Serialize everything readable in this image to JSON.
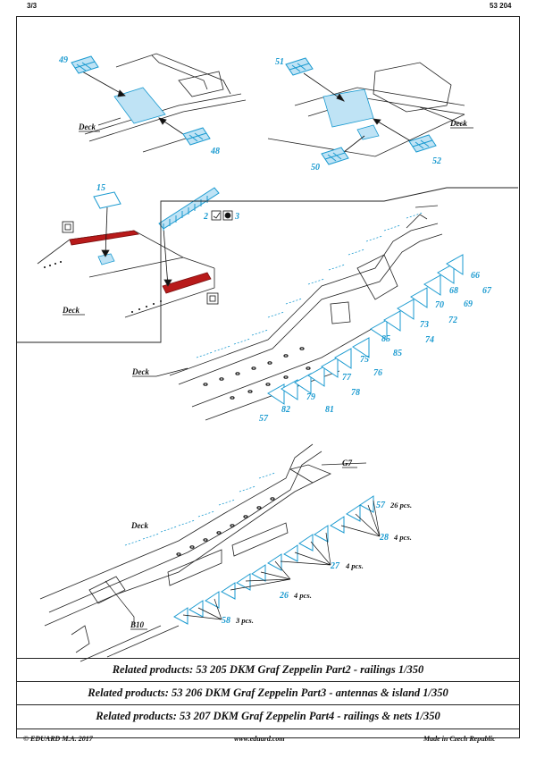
{
  "header": {
    "page": "3/3",
    "code": "53 204"
  },
  "labels": {
    "deck": "Deck",
    "g7": "G7",
    "b10": "B10",
    "p49": "49",
    "p48": "48",
    "p51": "51",
    "p50": "50",
    "p52": "52",
    "p15": "15",
    "p2": "2",
    "p3": "3",
    "p66": "66",
    "p67": "67",
    "p68": "68",
    "p69": "69",
    "p70": "70",
    "p72": "72",
    "p73": "73",
    "p74": "74",
    "p75": "75",
    "p76": "76",
    "p77": "77",
    "p78": "78",
    "p79": "79",
    "p81": "81",
    "p82": "82",
    "p85a": "85",
    "p85b": "85",
    "p57a": "57",
    "p57b": "57",
    "p28": "28",
    "p27": "27",
    "p26": "26",
    "p58": "58"
  },
  "quantities": {
    "q57": "26 pcs.",
    "q28": "4 pcs.",
    "q27": "4 pcs.",
    "q26": "4 pcs.",
    "q58": "3 pcs."
  },
  "related_products": [
    "Related products: 53 205 DKM Graf Zeppelin Part2 - railings  1/350",
    "Related products: 53 206 DKM Graf Zeppelin Part3 - antennas & island  1/350",
    "Related products: 53 207 DKM Graf Zeppelin Part4 - railings & nets  1/350"
  ],
  "footer": {
    "copyright": "© EDUARD  M.A. 2017",
    "website": "www.eduard.com",
    "made_in": "Made in Czech Republic"
  },
  "colors": {
    "etch_blue": "#1a9ad0",
    "part_fill": "#bfe3f5",
    "red_part": "#b81a1a"
  }
}
